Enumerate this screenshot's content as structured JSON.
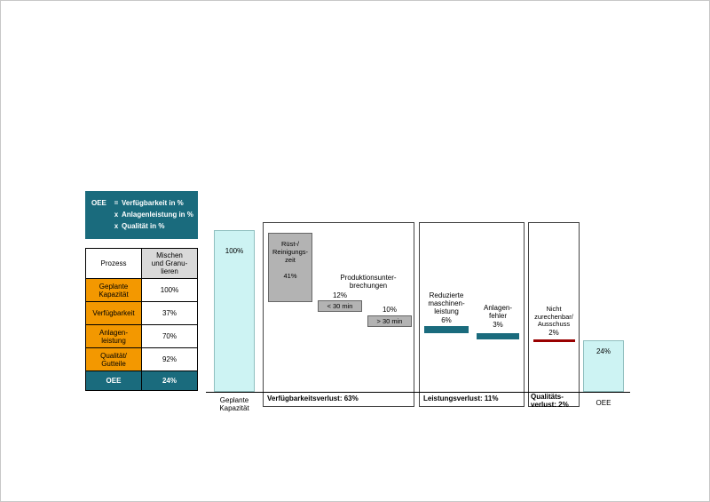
{
  "formula_box": {
    "term": "OEE",
    "rows": [
      {
        "op": "=",
        "text": "Verfügbarkeit in %"
      },
      {
        "op": "x",
        "text": "Anlagenleistung in %"
      },
      {
        "op": "x",
        "text": "Qualität in %"
      }
    ]
  },
  "table": {
    "header": {
      "col1": "Prozess",
      "col2": "Mischen\nund Granu-\nlieren"
    },
    "rows": [
      {
        "label": "Geplante\nKapazität",
        "value": "100%"
      },
      {
        "label": "Verfügbarkeit",
        "value": "37%"
      },
      {
        "label": "Anlagen-\nleistung",
        "value": "70%"
      },
      {
        "label": "Qualität/\nGutteile",
        "value": "92%"
      }
    ],
    "footer": {
      "label": "OEE",
      "value": "24%"
    }
  },
  "chart": {
    "start_bar_value": "100%",
    "start_bar_label": "Geplante\nKapazität",
    "availability": {
      "title": "Verfügbarkeitsverlust: 63%",
      "setup_label": "Rüst-/\nReinigungs-\nzeit",
      "setup_value": "41%",
      "interruptions_label": "Produktionsunter-\nbrechungen",
      "lt30_value": "12%",
      "lt30_label": "< 30 min",
      "gt30_value": "10%",
      "gt30_label": "> 30 min"
    },
    "performance": {
      "title": "Leistungsverlust: 11%",
      "reduced_label": "Reduzierte\nmaschinen-\nleistung",
      "reduced_value": "6%",
      "faults_label": "Anlagen-\nfehler",
      "faults_value": "3%"
    },
    "quality": {
      "title": "Qualitäts-\nverlust: 2%",
      "scrap_label": "Nicht\nzurechenbar/\nAusschuss",
      "scrap_value": "2%"
    },
    "end_bar_value": "24%",
    "end_bar_label": "OEE"
  },
  "colors": {
    "teal": "#1A6B7D",
    "orange": "#F39800",
    "light_cyan": "#CDF3F3",
    "gray_box": "#B3B3B3",
    "header_gray": "#D9D9D9",
    "loss_red": "#990000"
  },
  "chart_data": {
    "type": "bar",
    "title": "OEE Wasserfall: Geplante Kapazität bis OEE",
    "unit": "%",
    "categories": [
      "Geplante Kapazität",
      "Rüst-/Reinigungszeit",
      "Produktionsunterbrechungen < 30 min",
      "Produktionsunterbrechungen > 30 min",
      "Reduzierte Maschinenleistung",
      "Anlagenfehler",
      "Nicht zurechenbar/Ausschuss",
      "OEE"
    ],
    "values": [
      100,
      41,
      12,
      10,
      6,
      3,
      2,
      24
    ],
    "loss_groups": [
      {
        "name": "Verfügbarkeitsverlust",
        "total": 63
      },
      {
        "name": "Leistungsverlust",
        "total": 11
      },
      {
        "name": "Qualitätsverlust",
        "total": 2
      }
    ],
    "kpi": {
      "Geplante Kapazität": 100,
      "Verfügbarkeit": 37,
      "Anlagenleistung": 70,
      "Qualität/Gutteile": 92,
      "OEE": 24
    },
    "process": "Mischen und Granulieren",
    "ylim": [
      0,
      100
    ],
    "legend": "none",
    "grid": false
  }
}
